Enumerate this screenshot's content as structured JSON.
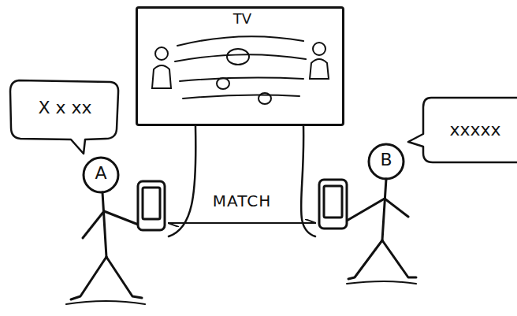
{
  "diagram": {
    "nodes": [
      {
        "text": [
          "TV"
        ]
      },
      {
        "text": [
          "X x xx"
        ]
      },
      {
        "text": [
          "A"
        ]
      },
      {
        "text": [
          "B"
        ]
      },
      {
        "text": [
          "xxxxx"
        ]
      }
    ],
    "edges": [
      {
        "from": 2,
        "to": 3,
        "label": "MATCH",
        "arrow": "both"
      },
      {
        "from": 0,
        "to": 2,
        "arrow": "none"
      },
      {
        "from": 0,
        "to": 3,
        "arrow": "none"
      }
    ]
  }
}
